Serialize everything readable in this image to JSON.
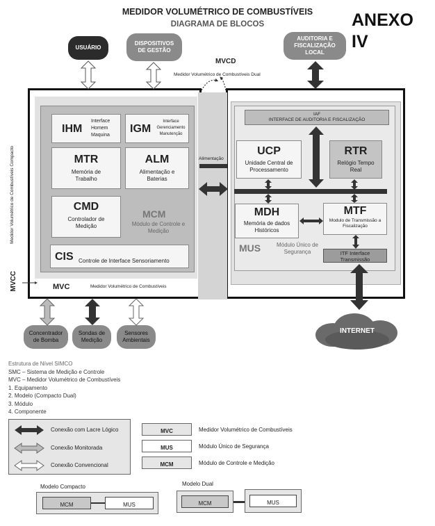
{
  "header": {
    "title": "MEDIDOR VOLUMÉTRICO DE COMBUSTÍVEIS",
    "subtitle": "DIAGRAMA DE BLOCOS",
    "annex_line1": "ANEXO",
    "annex_line2": "IV"
  },
  "top_entities": {
    "usuario": "USUÁRIO",
    "dispositivos": "DISPOSITIVOS DE GESTÃO",
    "auditoria": "AUDITORIA E FISCALIZAÇÃO LOCAL"
  },
  "mvcd": {
    "code": "MVCD",
    "label": "Medidor Volumétrico de Combustíveis Dual"
  },
  "mvcc": {
    "code": "MVCC",
    "vertical_label": "Medidor Volumétrico de Combustíveis Compacto"
  },
  "mvc": {
    "code": "MVC",
    "label": "Medidor Volumétrico de Combustíveis"
  },
  "mcm": {
    "code": "MCM",
    "label": "Módulo de Controle e Medição",
    "components": {
      "ihm": {
        "code": "IHM",
        "desc": "Interface Homem Maquina"
      },
      "igm": {
        "code": "IGM",
        "desc": "Interface Gerenciamento Manutenção"
      },
      "mtr": {
        "code": "MTR",
        "desc": "Memória de Trabalho"
      },
      "alm": {
        "code": "ALM",
        "desc": "Alimentação e Baterias"
      },
      "cmd": {
        "code": "CMD",
        "desc": "Controlador de Medição"
      },
      "cis": {
        "code": "CIS",
        "desc": "Controle de Interface Sensoriamento"
      }
    }
  },
  "alimentacao": "Alimentação",
  "mus": {
    "code": "MUS",
    "label": "Módulo Único de Segurança",
    "iaf": {
      "code": "IAF",
      "desc": "INTERFACE DE AUDITORIA E FISCALIZAÇÃO"
    },
    "ucp": {
      "code": "UCP",
      "desc": "Unidade Central de Processamento"
    },
    "rtr": {
      "code": "RTR",
      "desc": "Relógio Tempo Real"
    },
    "mdh": {
      "code": "MDH",
      "desc": "Memória de dados Históricos"
    },
    "mtf": {
      "code": "MTF",
      "desc": "Modulo de Transmissão a Fiscalização"
    },
    "itf": "ITF Interface Transmissão"
  },
  "internet": "INTERNET",
  "bottom_entities": {
    "concentrador": "Concentrador de Bomba",
    "sondas": "Sondas de Medição",
    "sensores": "Sensores Ambientais"
  },
  "structure": {
    "title": "Estrutura de Nível SIMCO",
    "lines": [
      "SMC – Sistema de Medição e Controle",
      "MVC – Medidor Volumétrico de Combustíveis",
      "1. Equipamento",
      "2. Modelo (Compacto Dual)",
      "3. Módulo",
      "4. Componente"
    ]
  },
  "legend_arrows": [
    "Conexão com Lacre Lógico",
    "Conexão Monitorada",
    "Conexão Convencional"
  ],
  "legend_codes": [
    {
      "code": "MVC",
      "desc": "Medidor Volumétrico de Combustíveis"
    },
    {
      "code": "MUS",
      "desc": "Módulo Único de Segurança"
    },
    {
      "code": "MCM",
      "desc": "Módulo de Controle e Medição"
    }
  ],
  "models": {
    "compacto": {
      "title": "Modelo Compacto",
      "left": "MCM",
      "right": "MUS"
    },
    "dual": {
      "title": "Modelo Dual",
      "left": "MCM",
      "right": "MUS"
    }
  },
  "colors": {
    "dark_pill": "#2b2b2b",
    "mid_pill": "#8a8a8a",
    "panel_light": "#e2e2e2",
    "panel_mid": "#bdbdbd",
    "frame": "#111111"
  }
}
